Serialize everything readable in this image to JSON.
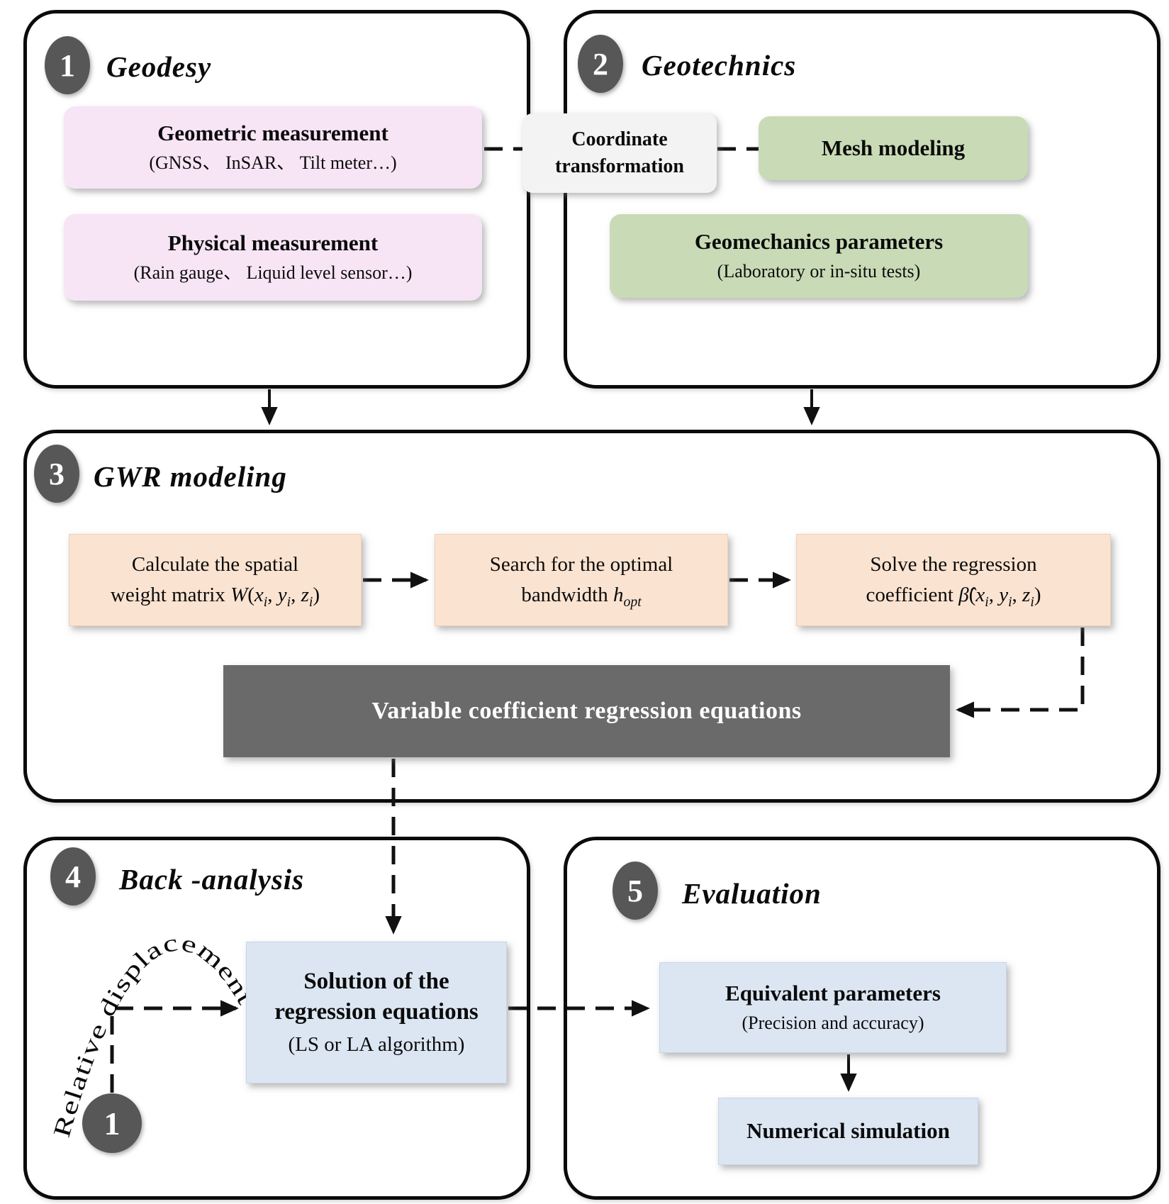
{
  "panel1": {
    "number": "1",
    "title": "Geodesy",
    "geometric": {
      "title": "Geometric measurement",
      "subtitle": "(GNSS、 InSAR、 Tilt meter…)"
    },
    "physical": {
      "title": "Physical measurement",
      "subtitle": "(Rain gauge、 Liquid level sensor…)"
    }
  },
  "coordinate_box": {
    "line1": "Coordinate",
    "line2": "transformation"
  },
  "panel2": {
    "number": "2",
    "title": "Geotechnics",
    "mesh": {
      "title": "Mesh modeling"
    },
    "geomechanics": {
      "title": "Geomechanics parameters",
      "subtitle": "(Laboratory or in-situ tests)"
    }
  },
  "panel3": {
    "number": "3",
    "title": "GWR modeling",
    "step1": {
      "line1": "Calculate the spatial",
      "line2": "weight matrix *W*(*x*_{*i*}, *y*_{*i*}, *z*_{*i*})"
    },
    "step2": {
      "line1": "Search for the optimal",
      "line2": "bandwidth *h*_{*opt*}"
    },
    "step3": {
      "line1": "Solve the regression",
      "line2": "coefficient *β̂*(*x*_{*i*}, *y*_{*i*}, *z*_{*i*})"
    },
    "result": {
      "title": "Variable coefficient regression equations"
    }
  },
  "panel4": {
    "number": "4",
    "title": "Back -analysis",
    "loop_marker": "1",
    "arrow_label": "Relative displacement",
    "solution": {
      "line1": "Solution of the",
      "line2": "regression equations",
      "subtitle": "(LS or LA algorithm)"
    }
  },
  "panel5": {
    "number": "5",
    "title": "Evaluation",
    "equivalent": {
      "title": "Equivalent parameters",
      "subtitle": "(Precision and accuracy)"
    },
    "numerical": {
      "title": "Numerical simulation"
    }
  },
  "colors": {
    "pink_box": "#F7E5F6",
    "green_box": "#C9DBB6",
    "peach_box": "#FBE3D1",
    "blue_box": "#DCE6F3",
    "gray_banner": "#6A6A6A",
    "number_circle": "#575757",
    "coordinate_box": "#F3F3F3",
    "line": "#111111"
  }
}
